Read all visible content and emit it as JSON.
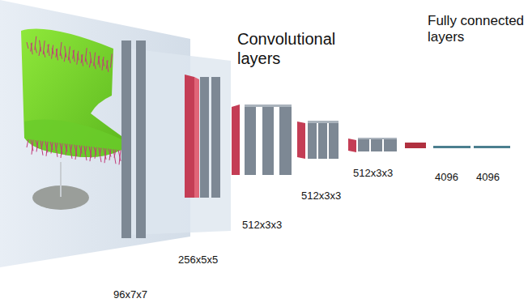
{
  "diagram": {
    "labels": [
      "Convolutional layers",
      "Fully connected layers",
      "96x7x7",
      "256x5x5",
      "512x3x3",
      "512x3x3",
      "512x3x3",
      "4096",
      "4096"
    ]
  }
}
